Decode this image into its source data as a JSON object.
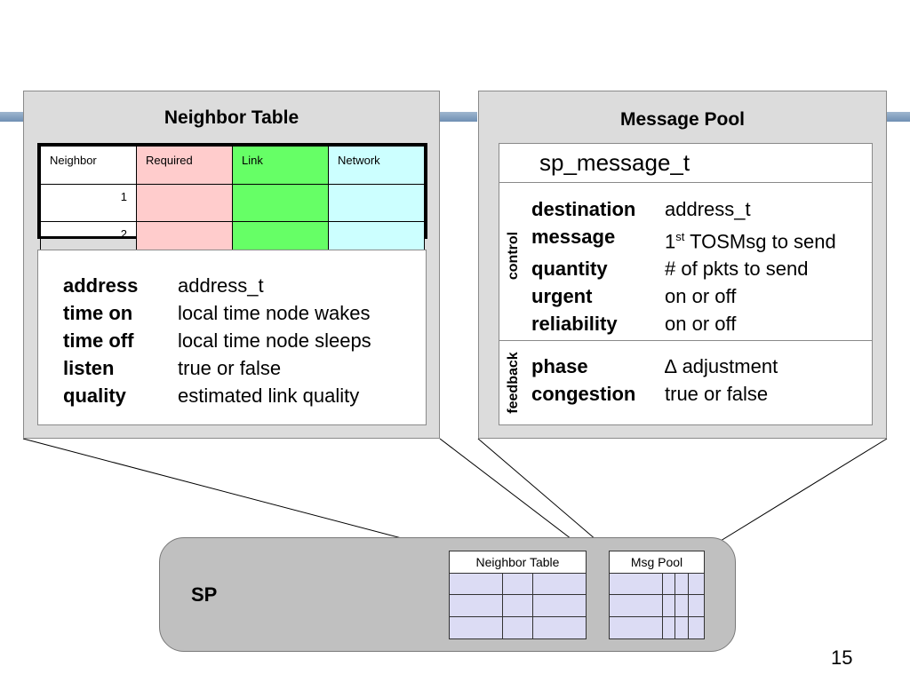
{
  "neighbor_panel": {
    "title": "Neighbor Table",
    "table": {
      "headers": [
        "Neighbor",
        "Required",
        "Link",
        "Network"
      ],
      "rows": [
        "1",
        "2"
      ]
    },
    "fields": [
      {
        "name": "address",
        "desc": "address_t"
      },
      {
        "name": "time on",
        "desc": "local time node wakes"
      },
      {
        "name": "time off",
        "desc": "local time node sleeps"
      },
      {
        "name": "listen",
        "desc": "true or false"
      },
      {
        "name": "quality",
        "desc": "estimated link quality"
      }
    ]
  },
  "message_panel": {
    "title": "Message Pool",
    "struct_name": "sp_message_t",
    "control_label": "control",
    "feedback_label": "feedback",
    "control_fields": [
      {
        "name": "destination",
        "desc": "address_t"
      },
      {
        "name": "message",
        "desc_prefix": "1",
        "desc_sup": "st",
        "desc": " TOSMsg to send"
      },
      {
        "name": "quantity",
        "desc": "# of pkts to send"
      },
      {
        "name": "urgent",
        "desc": "on or off"
      },
      {
        "name": "reliability",
        "desc": "on or off"
      }
    ],
    "feedback_fields": [
      {
        "name": "phase",
        "desc": "∆ adjustment"
      },
      {
        "name": "congestion",
        "desc": "true or false"
      }
    ]
  },
  "sp": {
    "label": "SP",
    "neighbor_table_label": "Neighbor Table",
    "msg_pool_label": "Msg Pool"
  },
  "page_number": "15",
  "colors": {
    "required": "#ffcccc",
    "link": "#66ff66",
    "network": "#ccffff",
    "panel": "#dcdcdc"
  }
}
